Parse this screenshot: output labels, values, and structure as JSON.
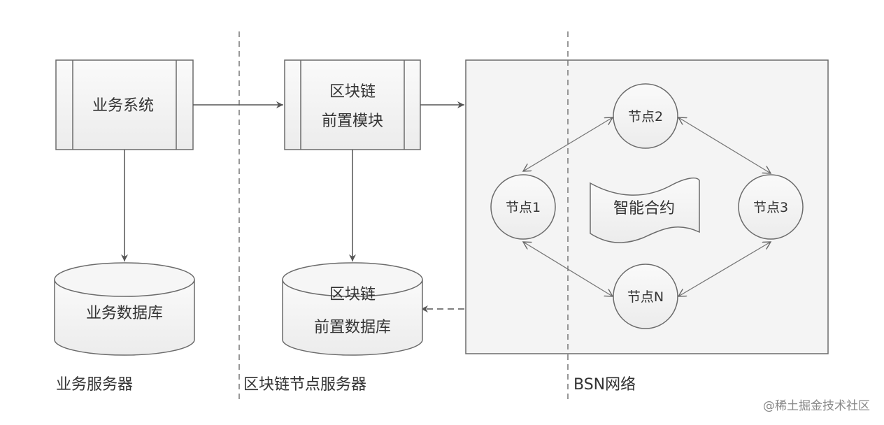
{
  "zones": [
    {
      "label": "业务服务器"
    },
    {
      "label": "区块链节点服务器"
    },
    {
      "label": "BSN网络"
    }
  ],
  "processes": {
    "business_system": "业务系统",
    "front_module_line1": "区块链",
    "front_module_line2": "前置模块"
  },
  "databases": {
    "business_db": "业务数据库",
    "front_db_line1": "区块链",
    "front_db_line2": "前置数据库"
  },
  "network": {
    "nodes": [
      "节点1",
      "节点2",
      "节点3",
      "节点N"
    ],
    "contract": "智能合约"
  },
  "watermark": "@稀土掘金技术社区",
  "colors": {
    "stroke": "#6b6b6b",
    "fill": "#f0f0f0",
    "text": "#333333"
  }
}
